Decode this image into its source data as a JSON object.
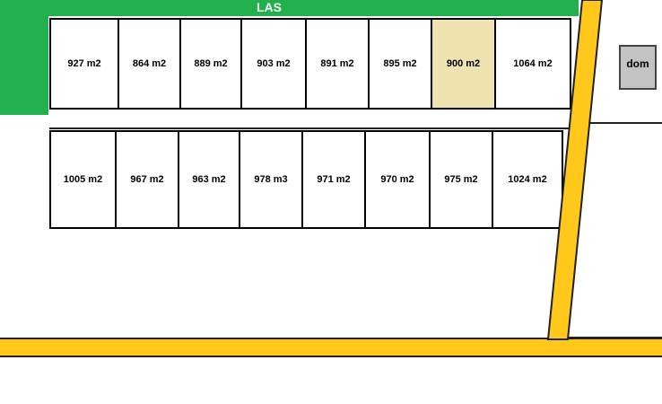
{
  "forest": {
    "label": "LAS",
    "color": "#21b04b"
  },
  "road_color": "#ffc81a",
  "house": {
    "label": "dom",
    "color": "#c3c3c3"
  },
  "highlight_color": "#efe3b1",
  "plots_top": [
    {
      "label": "927 m2"
    },
    {
      "label": "864 m2"
    },
    {
      "label": "889 m2"
    },
    {
      "label": "903 m2"
    },
    {
      "label": "891 m2"
    },
    {
      "label": "895 m2"
    },
    {
      "label": "900 m2",
      "highlighted": true
    },
    {
      "label": "1064 m2"
    }
  ],
  "plots_bottom": [
    {
      "label": "1005 m2"
    },
    {
      "label": "967 m2"
    },
    {
      "label": "963 m2"
    },
    {
      "label": "978 m3"
    },
    {
      "label": "971 m2"
    },
    {
      "label": "970 m2"
    },
    {
      "label": "975 m2"
    },
    {
      "label": "1024 m2"
    }
  ]
}
